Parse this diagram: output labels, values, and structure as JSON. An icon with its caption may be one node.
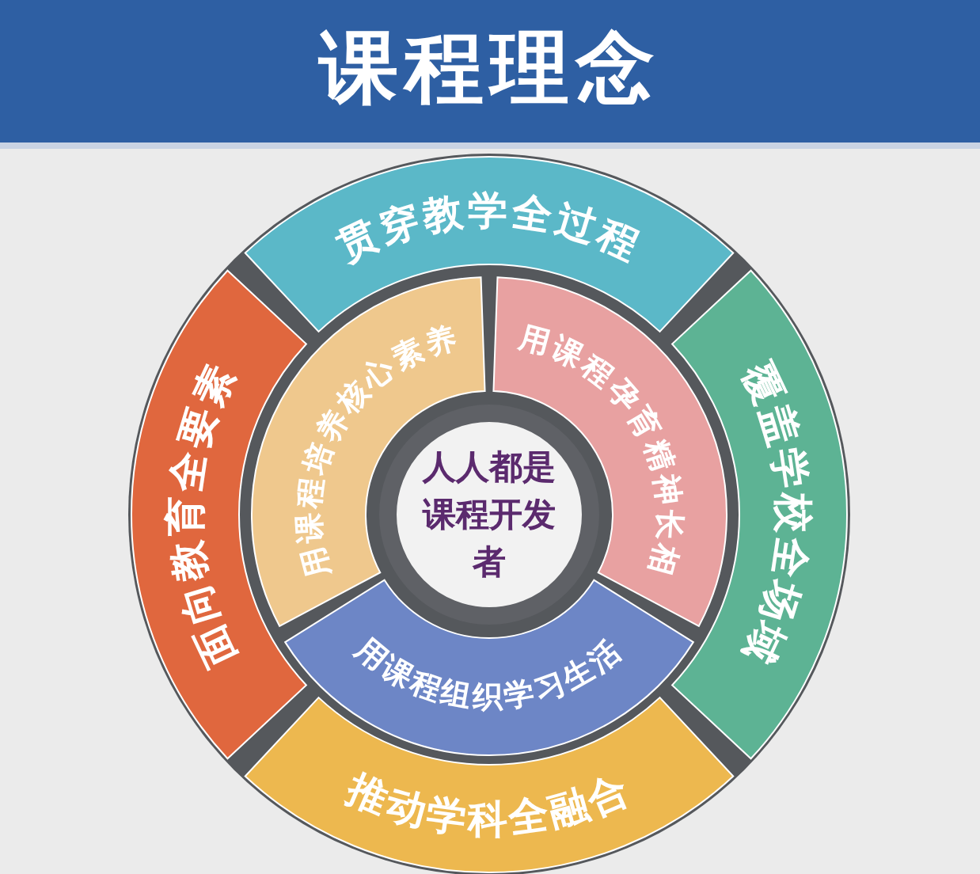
{
  "diagram": {
    "title": "课程理念",
    "nodes": [
      {
        "text": [
          "贯穿教学全过程"
        ]
      },
      {
        "text": [
          "面向教育全要素"
        ]
      },
      {
        "text": [
          "覆盖学校全场域"
        ]
      },
      {
        "text": [
          "用课程培养核心素养"
        ]
      },
      {
        "text": [
          "用课程孕育精神长相"
        ]
      },
      {
        "text": [
          "人人都是课程开发者"
        ]
      },
      {
        "text": [
          "用课程组织学习生活"
        ]
      },
      {
        "text": [
          "推动学科全融合"
        ]
      }
    ]
  }
}
